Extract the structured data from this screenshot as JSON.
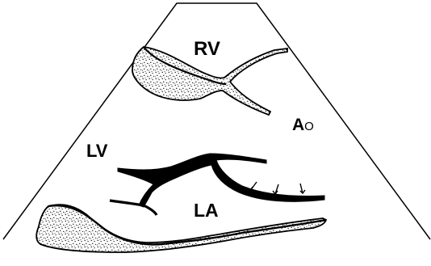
{
  "labels": {
    "rv": "RV",
    "lv": "LV",
    "la": "LA",
    "ao_main": "A",
    "ao_sub": "O"
  },
  "colors": {
    "ink": "#000000",
    "background": "#ffffff"
  }
}
